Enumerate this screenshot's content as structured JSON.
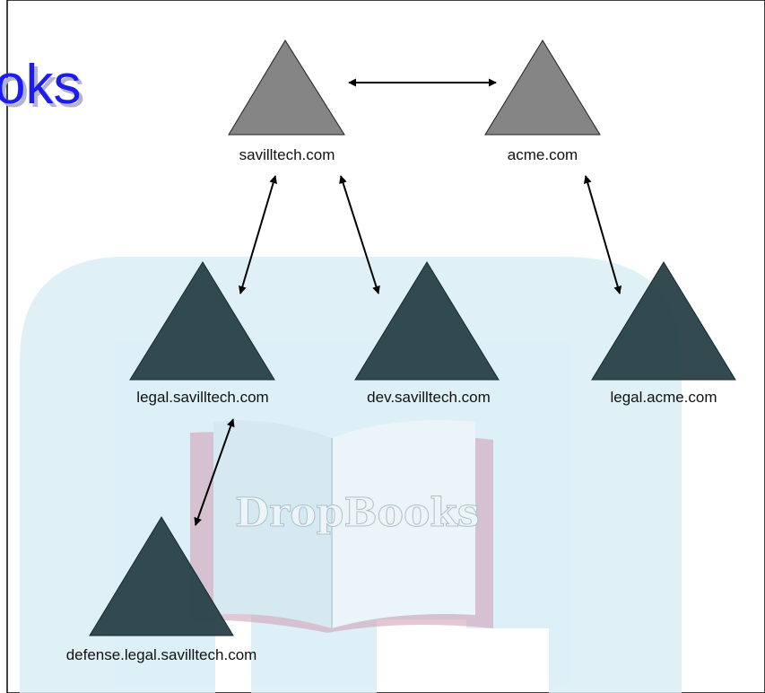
{
  "page": {
    "logo_fragment": "oks",
    "watermark_text": "DropBooks"
  },
  "colors": {
    "root_domain": "#858585",
    "child_domain": "#2b444a",
    "arrow": "#000000",
    "logo": "#1c1cf0",
    "logo_shadow": "#b4b4c8",
    "watermark_band": "#d9eef6"
  },
  "nodes": {
    "savilltech": {
      "label": "savilltech.com",
      "type": "tree-root"
    },
    "acme": {
      "label": "acme.com",
      "type": "tree-root"
    },
    "legal_savilltech": {
      "label": "legal.savilltech.com",
      "type": "child-domain"
    },
    "dev_savilltech": {
      "label": "dev.savilltech.com",
      "type": "child-domain"
    },
    "legal_acme": {
      "label": "legal.acme.com",
      "type": "child-domain"
    },
    "defense_legal_savilltech": {
      "label": "defense.legal.savilltech.com",
      "type": "child-domain"
    }
  },
  "trusts": [
    {
      "from": "savilltech",
      "to": "acme",
      "direction": "two-way"
    },
    {
      "from": "savilltech",
      "to": "legal_savilltech",
      "direction": "two-way"
    },
    {
      "from": "savilltech",
      "to": "dev_savilltech",
      "direction": "two-way"
    },
    {
      "from": "acme",
      "to": "legal_acme",
      "direction": "two-way"
    },
    {
      "from": "legal_savilltech",
      "to": "defense_legal_savilltech",
      "direction": "two-way"
    }
  ]
}
